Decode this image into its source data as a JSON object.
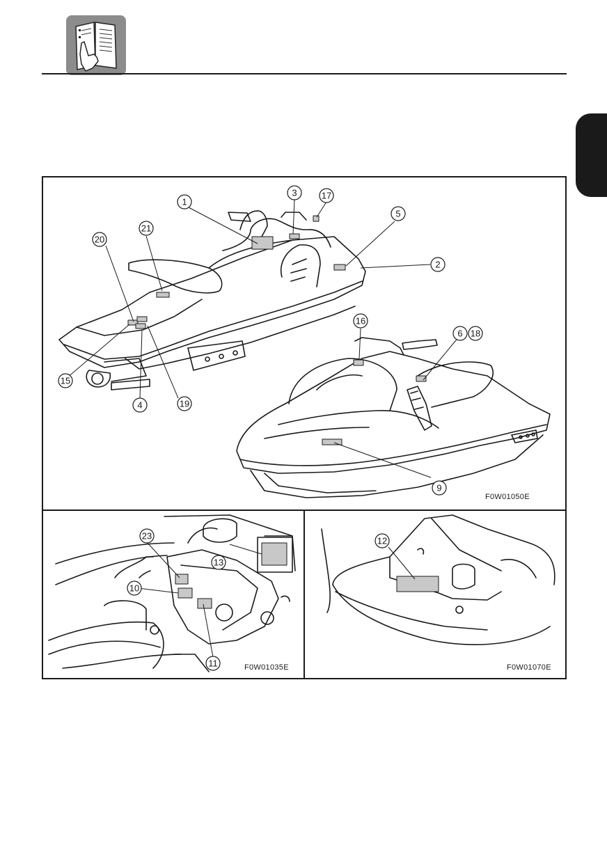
{
  "header": {
    "icon": "manual-hand-icon"
  },
  "figure": {
    "top_panel_code": "F0W01050E",
    "bottom_left_code": "F0W01035E",
    "bottom_right_code": "F0W01070E"
  },
  "callouts": {
    "c1": "1",
    "c2": "2",
    "c3": "3",
    "c4": "4",
    "c5": "5",
    "c6": "6",
    "c9": "9",
    "c10": "10",
    "c11": "11",
    "c12": "12",
    "c13": "13",
    "c15": "15",
    "c16": "16",
    "c17": "17",
    "c18": "18",
    "c19": "19",
    "c20": "20",
    "c21": "21",
    "c23": "23"
  }
}
